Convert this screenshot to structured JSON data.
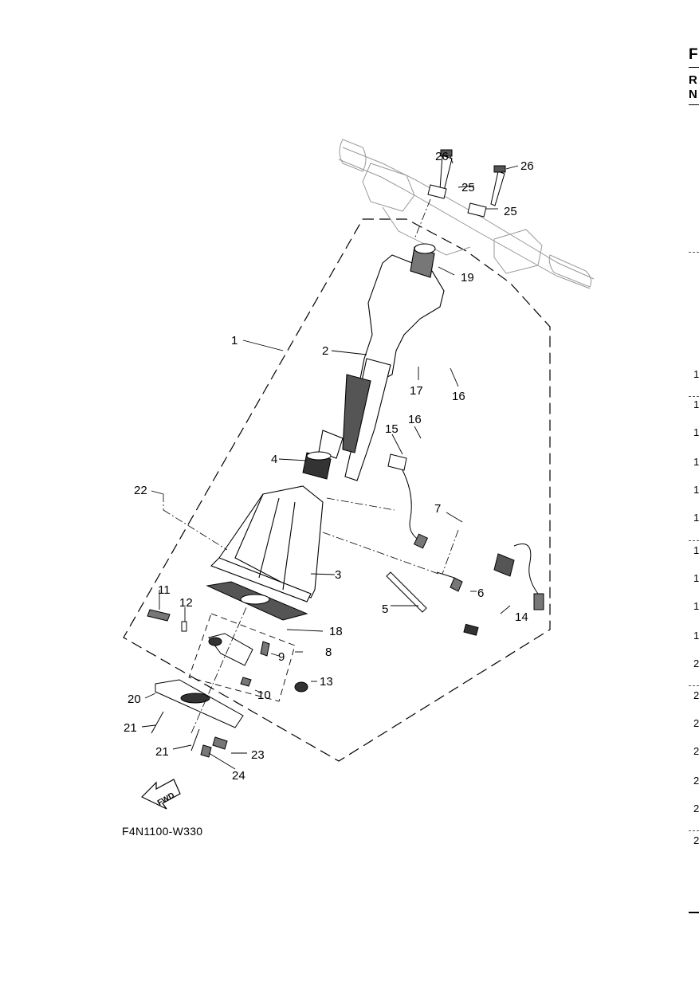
{
  "diagram": {
    "code": "F4N1100-W330",
    "fwd_label": "FWD",
    "callouts": [
      {
        "id": "c1",
        "text": "1"
      },
      {
        "id": "c2",
        "text": "2"
      },
      {
        "id": "c3",
        "text": "3"
      },
      {
        "id": "c4",
        "text": "4"
      },
      {
        "id": "c5",
        "text": "5"
      },
      {
        "id": "c6",
        "text": "6"
      },
      {
        "id": "c7",
        "text": "7"
      },
      {
        "id": "c8",
        "text": "8"
      },
      {
        "id": "c9",
        "text": "9"
      },
      {
        "id": "c10",
        "text": "10"
      },
      {
        "id": "c11",
        "text": "11"
      },
      {
        "id": "c12",
        "text": "12"
      },
      {
        "id": "c13",
        "text": "13"
      },
      {
        "id": "c14",
        "text": "14"
      },
      {
        "id": "c15",
        "text": "15"
      },
      {
        "id": "c16a",
        "text": "16"
      },
      {
        "id": "c16b",
        "text": "16"
      },
      {
        "id": "c17",
        "text": "17"
      },
      {
        "id": "c18",
        "text": "18"
      },
      {
        "id": "c19",
        "text": "19"
      },
      {
        "id": "c20",
        "text": "20"
      },
      {
        "id": "c21a",
        "text": "21"
      },
      {
        "id": "c21b",
        "text": "21"
      },
      {
        "id": "c22",
        "text": "22"
      },
      {
        "id": "c23",
        "text": "23"
      },
      {
        "id": "c24",
        "text": "24"
      },
      {
        "id": "c25a",
        "text": "25"
      },
      {
        "id": "c25b",
        "text": "25"
      },
      {
        "id": "c26a",
        "text": "26"
      },
      {
        "id": "c26b",
        "text": "26"
      }
    ]
  },
  "edge_fragment": {
    "header": [
      "F",
      "R",
      "N"
    ],
    "rows": [
      "1",
      "1",
      "1",
      "1",
      "1",
      "1",
      "1",
      "1",
      "1",
      "1",
      "2",
      "2",
      "2",
      "2",
      "2",
      "2",
      "2"
    ]
  }
}
